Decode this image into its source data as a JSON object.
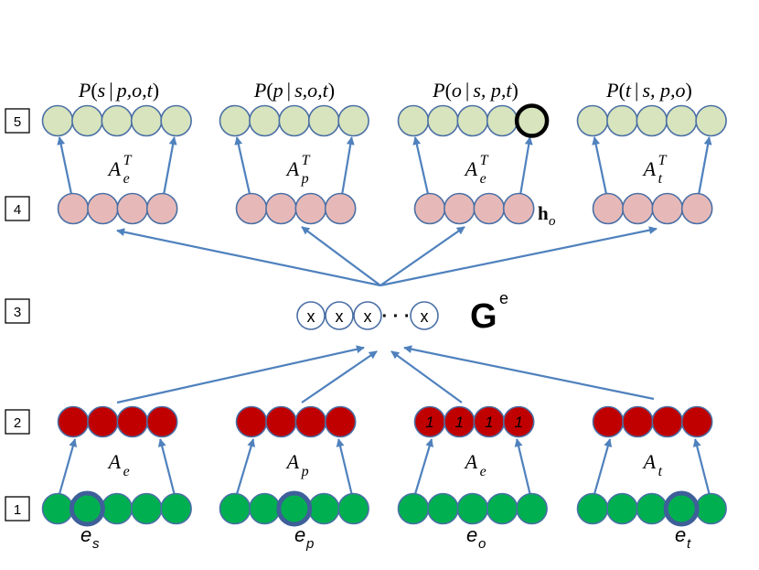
{
  "layers": [
    {
      "label": "1"
    },
    {
      "label": "2"
    },
    {
      "label": "3"
    },
    {
      "label": "4"
    },
    {
      "label": "5"
    }
  ],
  "outputs": [
    {
      "prob": {
        "P": "P",
        "open": "(",
        "target": "s",
        "bar": "|",
        "cond": "p,o,t",
        "close": ")"
      },
      "transpose": {
        "base": "A",
        "sub": "e",
        "sup": "T"
      }
    },
    {
      "prob": {
        "P": "P",
        "open": "(",
        "target": "p",
        "bar": "|",
        "cond": "s,o,t",
        "close": ")"
      },
      "transpose": {
        "base": "A",
        "sub": "p",
        "sup": "T"
      }
    },
    {
      "prob": {
        "P": "P",
        "open": "(",
        "target": "o",
        "bar": "|",
        "cond": "s, p,t",
        "close": ")"
      },
      "transpose": {
        "base": "A",
        "sub": "e",
        "sup": "T"
      }
    },
    {
      "prob": {
        "P": "P",
        "open": "(",
        "target": "t",
        "bar": "|",
        "cond": "s, p,o",
        "close": ")"
      },
      "transpose": {
        "base": "A",
        "sub": "t",
        "sup": "T"
      }
    }
  ],
  "hidden_label": {
    "base": "h",
    "sub": "o"
  },
  "core": {
    "cells": [
      "x",
      "x",
      "x",
      "x"
    ],
    "dots": "· · ·",
    "label": {
      "base": "G",
      "sup": "e"
    }
  },
  "embeddings": [
    {
      "matrix": {
        "base": "A",
        "sub": "e"
      },
      "values": [
        "",
        "",
        "",
        ""
      ]
    },
    {
      "matrix": {
        "base": "A",
        "sub": "p"
      },
      "values": [
        "",
        "",
        "",
        ""
      ]
    },
    {
      "matrix": {
        "base": "A",
        "sub": "e"
      },
      "values": [
        "1",
        "1",
        "1",
        "1"
      ]
    },
    {
      "matrix": {
        "base": "A",
        "sub": "t"
      },
      "values": [
        "",
        "",
        "",
        ""
      ]
    }
  ],
  "inputs": [
    {
      "label": {
        "base": "e",
        "sub": "s"
      },
      "active_index": 1
    },
    {
      "label": {
        "base": "e",
        "sub": "p"
      },
      "active_index": 2
    },
    {
      "label": {
        "base": "e",
        "sub": "o"
      },
      "active_index": -1
    },
    {
      "label": {
        "base": "e",
        "sub": "t"
      },
      "active_index": 3
    }
  ],
  "output_highlight": {
    "group": 2,
    "index": 4
  },
  "colors": {
    "output_fill": "#d7e4bd",
    "hidden_fill": "#e6b9b8",
    "embed_fill": "#c00000",
    "input_fill": "#00b050",
    "stroke": "#4a6fa5",
    "arrow": "#4f81bd",
    "highlight_stroke": "#000000",
    "active_input_ring": "#3e5f99"
  }
}
